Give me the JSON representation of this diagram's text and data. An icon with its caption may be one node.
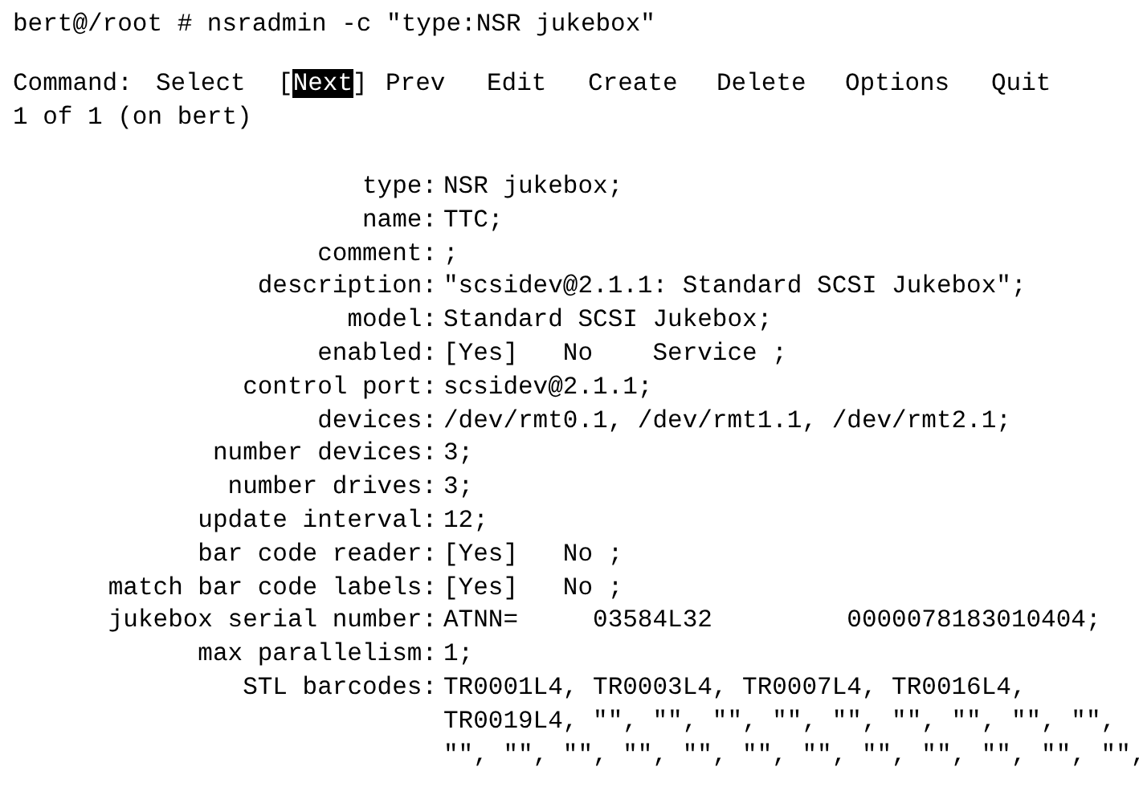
{
  "diagram": {
    "labels": [
      "bert@/root # nsradmin -c \"type:NSR jukebox\"",
      "Command:",
      "Select",
      "[Next]",
      "Prev",
      "Edit",
      "Create",
      "Delete",
      "Options",
      "Quit",
      "1 of 1 (on bert)",
      "type:",
      "NSR jukebox;",
      "name:",
      "TTC;",
      "comment:",
      ";",
      "description:",
      "\"scsidev@2.1.1: Standard SCSI Jukebox\";",
      "model:",
      "Standard SCSI Jukebox;",
      "enabled:",
      "[Yes]   No    Service ;",
      "control port:",
      "scsidev@2.1.1;",
      "devices:",
      "/dev/rmt0.1, /dev/rmt1.1, /dev/rmt2.1;",
      "number devices:",
      "3;",
      "number drives:",
      "3;",
      "update interval:",
      "12;",
      "bar code reader:",
      "[Yes]   No ;",
      "match bar code labels:",
      "[Yes]   No ;",
      "jukebox serial number:",
      "ATNN=     03584L32         0000078183010404;",
      "max parallelism:",
      "1;",
      "STL barcodes:",
      "TR0001L4, TR0003L4, TR0007L4, TR0016L4,",
      "TR0019L4, \"\", \"\", \"\", \"\", \"\", \"\", \"\", \"\", \"\",",
      "\"\", \"\", \"\", \"\", \"\", \"\", \"\", \"\", \"\", \"\", \"\", \"\","
    ]
  }
}
